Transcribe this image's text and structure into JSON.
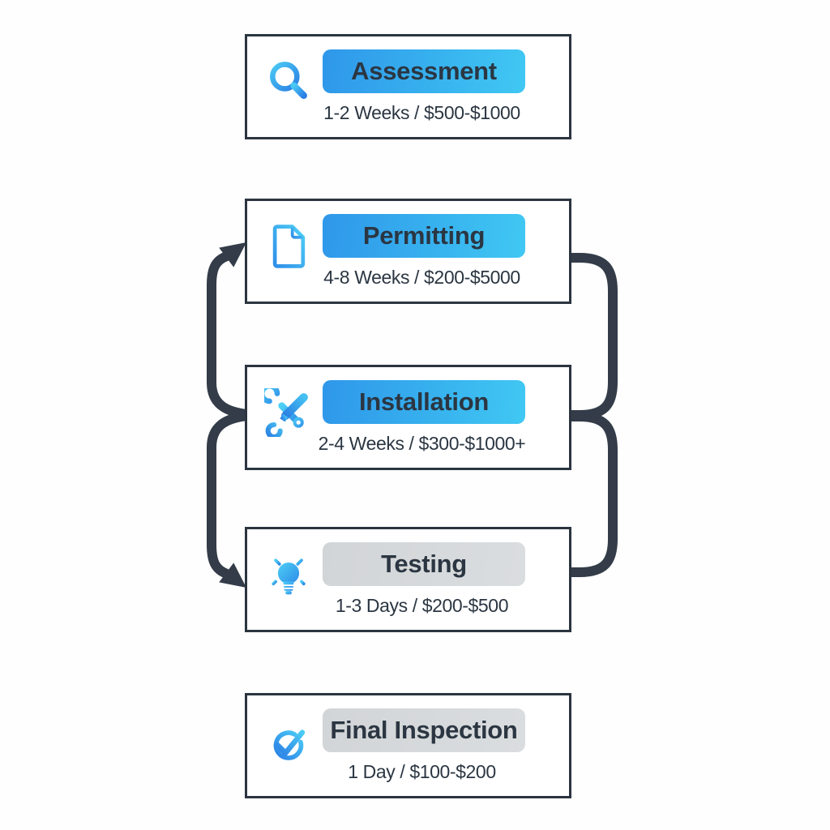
{
  "diagram": {
    "type": "process-flowchart",
    "stages": [
      {
        "id": "assessment",
        "icon": "search-icon",
        "title": "Assessment",
        "detail": "1-2 Weeks / $500-$1000",
        "bar_style": "blue"
      },
      {
        "id": "permitting",
        "icon": "document-icon",
        "title": "Permitting",
        "detail": "4-8 Weeks / $200-$5000",
        "bar_style": "blue"
      },
      {
        "id": "installation",
        "icon": "tools-icon",
        "title": "Installation",
        "detail": "2-4 Weeks / $300-$1000+",
        "bar_style": "blue"
      },
      {
        "id": "testing",
        "icon": "lightbulb-icon",
        "title": "Testing",
        "detail": "1-3 Days / $200-$500",
        "bar_style": "gray"
      },
      {
        "id": "final-inspection",
        "icon": "check-circle-icon",
        "title": "Final Inspection",
        "detail": "1 Day / $100-$200",
        "bar_style": "gray"
      }
    ],
    "connectors": [
      {
        "from": "installation",
        "to": "permitting",
        "side": "left",
        "arrowhead": true
      },
      {
        "from": "installation",
        "to": "testing",
        "side": "left",
        "arrowhead": true
      },
      {
        "from": "permitting",
        "to": "installation",
        "side": "right",
        "arrowhead": false
      },
      {
        "from": "installation",
        "to": "testing",
        "side": "right",
        "arrowhead": false
      }
    ],
    "colors": {
      "box_border": "#2b3540",
      "arrow": "#333c48",
      "bar_blue_start": "#2f97ea",
      "bar_blue_end": "#41c8f3",
      "bar_gray": "#d5d8da",
      "text": "#2b3642",
      "icon_blue_light": "#4ac9f4",
      "icon_blue_dark": "#2c80e5",
      "background": "#ffffff"
    }
  }
}
